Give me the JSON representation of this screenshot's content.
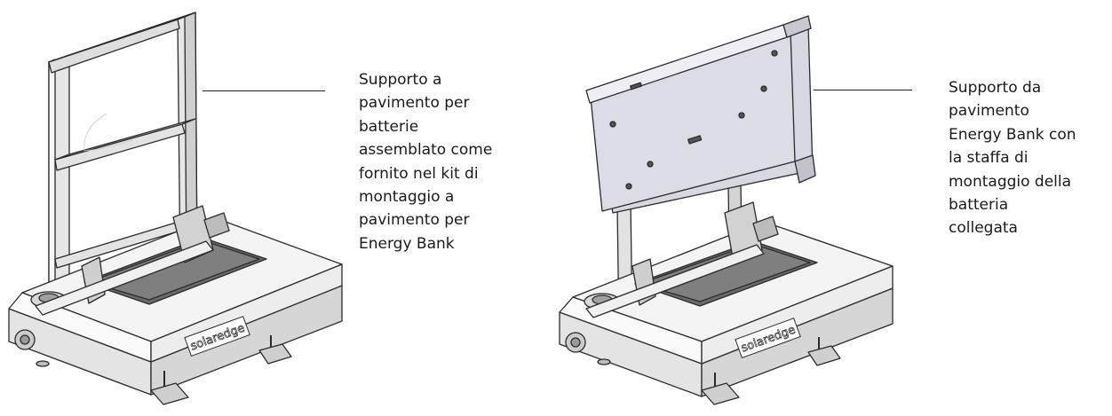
{
  "figures": [
    {
      "id": "left",
      "logo_text": "solaredge",
      "caption": "Supporto a\npavimento per\nbatterie\nassemblato come\nfornito nel kit di\nmontaggio a\npavimento per\nEnergy Bank"
    },
    {
      "id": "right",
      "logo_text": "solaredge",
      "caption": "Supporto da\npavimento\nEnergy Bank con\nla staffa di\nmontaggio della\nbatteria\ncollegata"
    }
  ],
  "colors": {
    "outline": "#2b2b2b",
    "metal_light": "#f2f2f2",
    "metal_mid": "#d9d9d9",
    "metal_dark": "#a8a8a8",
    "plate": "#d6d6e0",
    "slot": "#5a5a5a"
  }
}
